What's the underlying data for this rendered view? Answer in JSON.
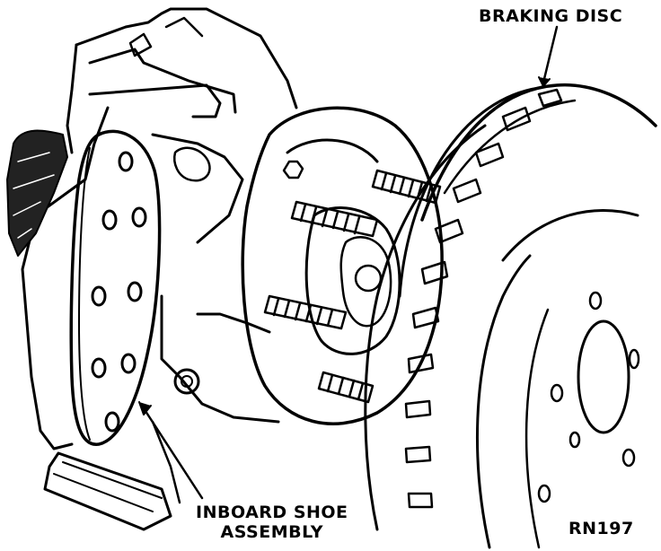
{
  "labels": {
    "braking_disc": "BRAKING DISC",
    "inboard_shoe_line1": "INBOARD SHOE",
    "inboard_shoe_line2": "ASSEMBLY",
    "figure_code": "RN197"
  },
  "colors": {
    "ink": "#000000",
    "paper": "#ffffff"
  }
}
